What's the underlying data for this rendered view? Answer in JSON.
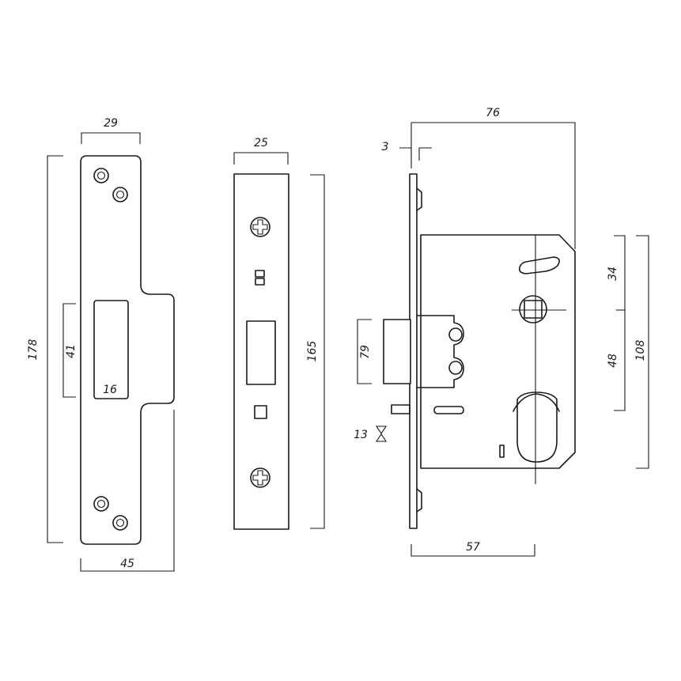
{
  "dimensions": {
    "strike_top_width": "29",
    "strike_height": "178",
    "strike_opening_height": "41",
    "strike_opening_width": "16",
    "strike_bottom_width": "45",
    "faceplate_width": "25",
    "faceplate_height": "165",
    "lock_depth": "76",
    "forend_thickness": "3",
    "bolt_height": "79",
    "deadlock_throw": "13",
    "backset": "57",
    "handle_to_top": "34",
    "centers": "48",
    "case_height": "108"
  }
}
